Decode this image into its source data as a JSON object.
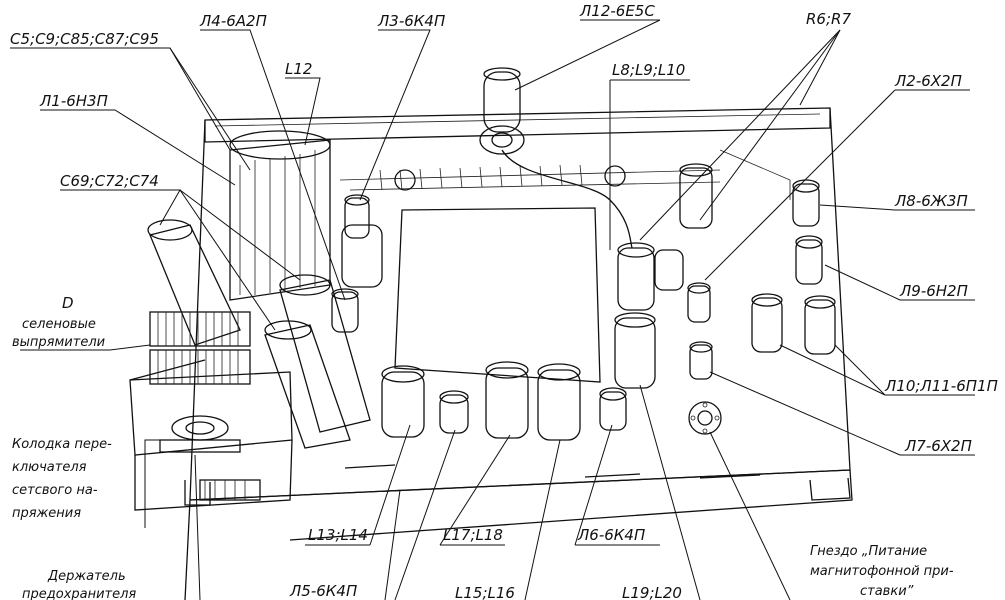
{
  "labels": {
    "c5_c9": "C5;C9;C85;C87;C95",
    "l4": "Л4-6А2П",
    "l3": "Л3-6К4П",
    "l12": "Л12-6Е5С",
    "r6r7": "R6;R7",
    "l12coil": "L12",
    "l8910": "L8;L9;L10",
    "l2": "Л2-6Х2П",
    "l1": "Л1-6Н3П",
    "c69": "C69;C72;C74",
    "l8tube": "Л8-6Ж3П",
    "d": "D",
    "selen1": "селеновые",
    "selen2": "выпрямители",
    "l9": "Л9-6Н2П",
    "l10l11": "Л10;Л11-6П1П",
    "kolodka1": "Колодка пере-",
    "kolodka2": "ключателя",
    "kolodka3": "сетсвого на-",
    "kolodka4": "пряжения",
    "l7": "Л7-6Х2П",
    "l1314": "L13;L14",
    "l1718": "L17;L18",
    "l6": "Л6-6К4П",
    "gnezdo1": "Гнездо „Питание",
    "gnezdo2": "магнитофонной при-",
    "gnezdo3": "ставки”",
    "derzh1": "Держатель",
    "derzh2": "предохранителя",
    "l5": "Л5-6К4П",
    "l1516": "L15;L16",
    "l1920": "L19;L20"
  }
}
